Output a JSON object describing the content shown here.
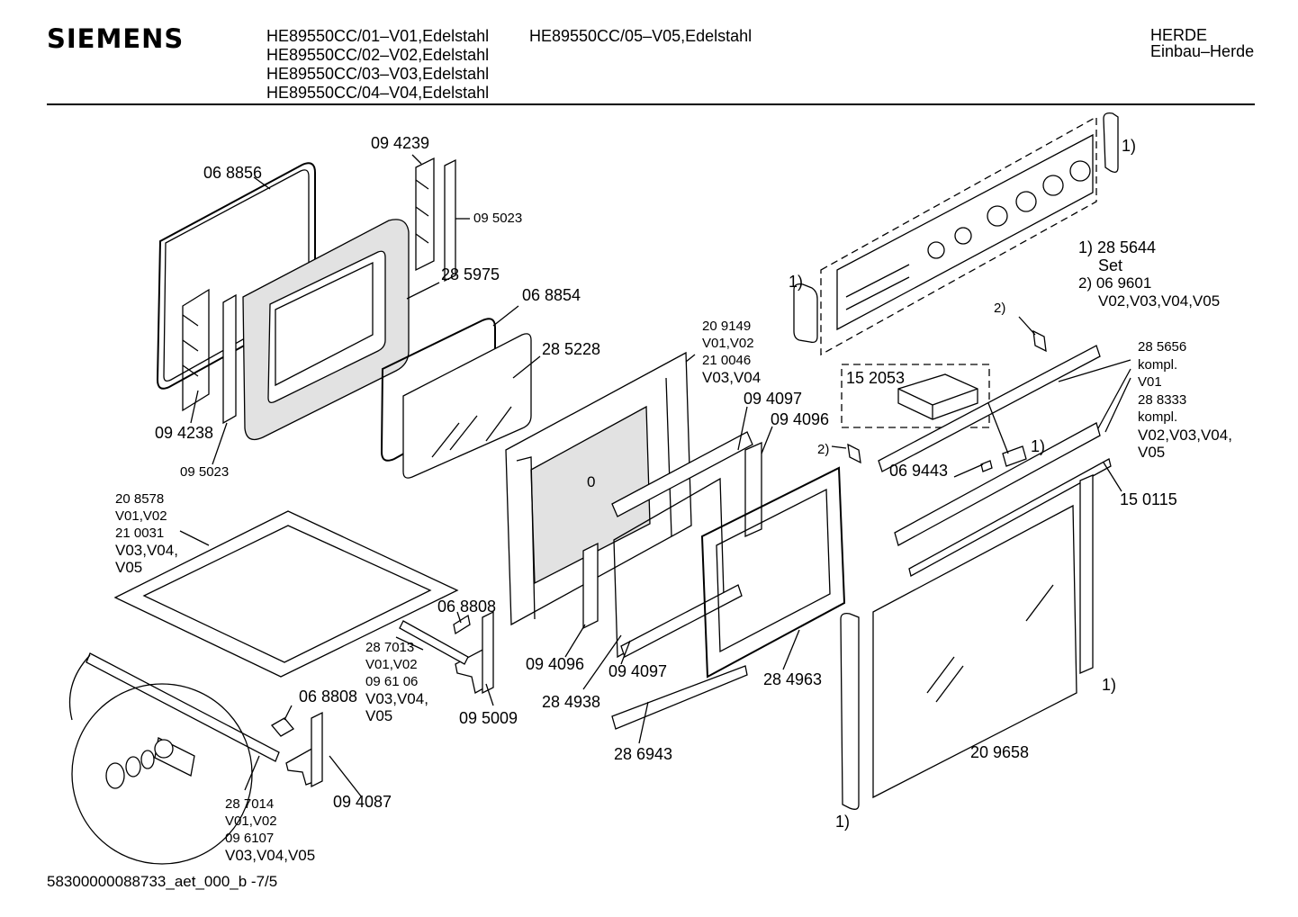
{
  "header": {
    "brand": "SIEMENS",
    "models": [
      "HE89550CC/01–V01,Edelstahl",
      "HE89550CC/02–V02,Edelstahl",
      "HE89550CC/03–V03,Edelstahl",
      "HE89550CC/04–V04,Edelstahl"
    ],
    "model_5": "HE89550CC/05–V05,Edelstahl",
    "category_1": "HERDE",
    "category_2": "Einbau–Herde"
  },
  "labels": {
    "p_068856": "06 8856",
    "p_094239": "09 4239",
    "p_095023a": "09 5023",
    "p_285975": "28 5975",
    "p_068854": "06 8854",
    "p_285228": "28 5228",
    "p_094238": "09 4238",
    "p_095023b": "09 5023",
    "p_208578_block": [
      "20 8578",
      "V01,V02",
      "21 0031",
      "V03,V04,",
      "V05"
    ],
    "p_209149_block": [
      "20 9149",
      "V01,V02",
      "21 0046",
      "V03,V04"
    ],
    "p_094097a": "09 4097",
    "p_094096a": "09 4096",
    "p_center_zero": "0",
    "p_068808a": "06 8808",
    "p_287013_block": [
      "28 7013",
      "V01,V02",
      "09 61 06",
      "V03,V04,",
      "V05"
    ],
    "p_094096b": "09 4096",
    "p_094097b": "09 4097",
    "p_095009": "09 5009",
    "p_284938": "28 4938",
    "p_284963": "28 4963",
    "p_068808b": "06 8808",
    "p_286943": "28 6943",
    "p_094087": "09 4087",
    "p_287014_block": [
      "28 7014",
      "V01,V02",
      "09 6107",
      "V03,V04,V05"
    ],
    "note_1_top": "1)",
    "note_1_left": "1)",
    "note_set_block": [
      "1)  28 5644",
      "Set",
      "2)  06 9601",
      "V02,V03,V04,V05"
    ],
    "note_2_a": "2)",
    "p_152053": "15 2053",
    "note_2_b": "2)",
    "note_1_mid": "1)",
    "p_069443": "06 9443",
    "p_285656_block": [
      "28 5656",
      "kompl.",
      "V01",
      "28 8333",
      "kompl.",
      "V02,V03,V04,",
      "V05"
    ],
    "p_150115": "15 0115",
    "note_1_right": "1)",
    "p_209658": "20 9658",
    "note_1_bottom": "1)"
  },
  "footer": "58300000088733_aet_000_b -7/5"
}
